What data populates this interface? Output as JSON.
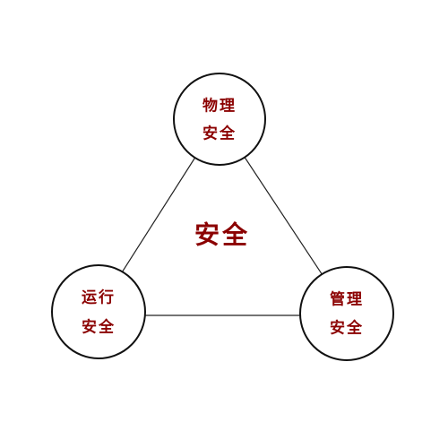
{
  "diagram": {
    "center_label": "安全",
    "nodes": [
      {
        "id": "physical",
        "line1": "物理",
        "line2": "安全"
      },
      {
        "id": "operation",
        "line1": "运行",
        "line2": "安全"
      },
      {
        "id": "management",
        "line1": "管理",
        "line2": "安全"
      }
    ],
    "text_color": "#8b0000",
    "line_color": "#222222"
  }
}
